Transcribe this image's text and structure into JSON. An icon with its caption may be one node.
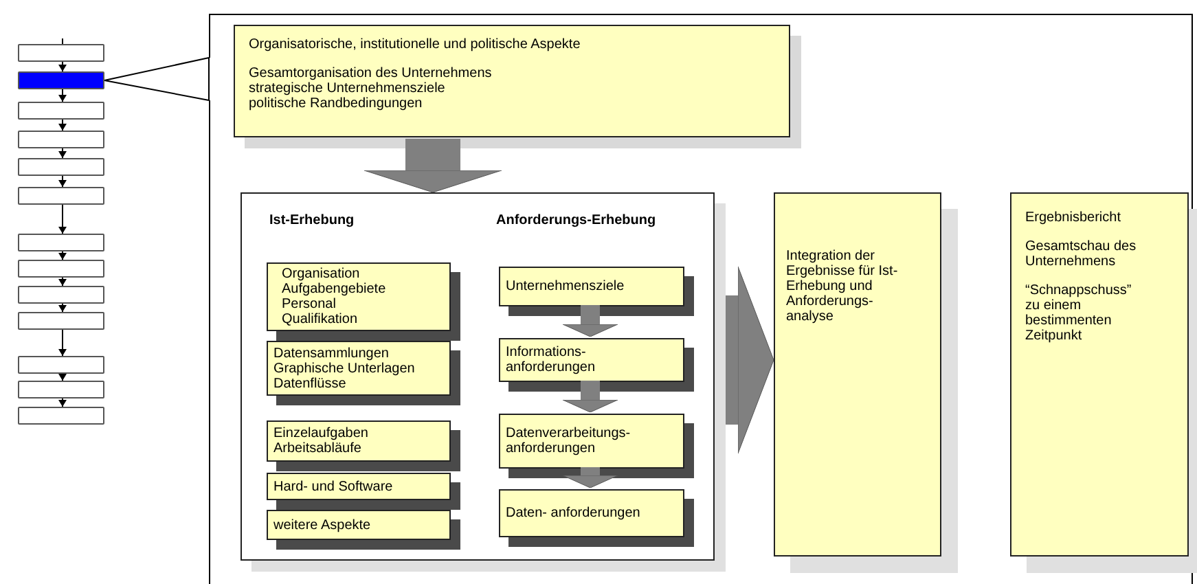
{
  "diagram": {
    "nodes": [
      {
        "text": [],
        "shape": "box"
      },
      {
        "text": [],
        "shape": "box"
      },
      {
        "text": [],
        "shape": "box"
      },
      {
        "text": [],
        "shape": "box"
      },
      {
        "text": [],
        "shape": "box"
      },
      {
        "text": [],
        "shape": "box"
      },
      {
        "text": [],
        "shape": "box"
      },
      {
        "text": [],
        "shape": "box"
      },
      {
        "text": [],
        "shape": "box"
      },
      {
        "text": [],
        "shape": "box"
      },
      {
        "text": [],
        "shape": "box"
      },
      {
        "text": [],
        "shape": "box"
      },
      {
        "text": [],
        "shape": "box"
      },
      {
        "text": [],
        "shape": "box"
      },
      {
        "text": [
          "Organisatorische, institutionelle und politische Aspekte",
          "Gesamtorganisation des Unternehmens",
          "strategische Unternehmensziele",
          "politische Randbedingungen"
        ],
        "in": 13
      },
      {
        "text": [
          "Ist-Erhebung",
          "Anforderungs-Erhebung"
        ],
        "in": 13
      },
      {
        "text": [
          "Organisation",
          "Aufgabengebiete",
          "Personal",
          "Qualifikation"
        ],
        "in": 15
      },
      {
        "text": [
          "Datensammlungen",
          "Graphische Unterlagen",
          "Datenflüsse"
        ],
        "in": 15
      },
      {
        "text": [
          "Einzelaufgaben",
          "Arbeitsabläufe"
        ],
        "in": 15
      },
      {
        "text": [
          "Hard- und Software"
        ],
        "in": 15
      },
      {
        "text": [
          "weitere Aspekte"
        ],
        "in": 15
      },
      {
        "text": [
          "Unternehmensziele"
        ],
        "in": 15
      },
      {
        "text": [
          "Informations- anforderungen"
        ],
        "in": 15
      },
      {
        "text": [
          "Datenverarbeitungs- anforderungen"
        ],
        "in": 15
      },
      {
        "text": [
          "Daten- anforderungen"
        ],
        "in": 15
      },
      {
        "text": [
          "Integration der Ergebnisse für Ist-Erhebung und Anforderungs- analyse"
        ],
        "in": 13
      },
      {
        "text": [
          "Ergebnisbericht",
          "Gesamtschau des Unternehmens",
          "“Schnappschuss” zu einem bestimmenten Zeitpunkt"
        ],
        "in": 13
      }
    ],
    "edges": [
      {
        "from": null,
        "to": 0,
        "arrow": "none"
      },
      {
        "from": 0,
        "to": 1,
        "arrow": "to"
      },
      {
        "from": 1,
        "to": 2,
        "arrow": "to"
      },
      {
        "from": 2,
        "to": 3,
        "arrow": "to"
      },
      {
        "from": 3,
        "to": 4,
        "arrow": "to"
      },
      {
        "from": 4,
        "to": 5,
        "arrow": "to"
      },
      {
        "from": 5,
        "to": 6,
        "arrow": "to"
      },
      {
        "from": 6,
        "to": 7,
        "arrow": "to"
      },
      {
        "from": 7,
        "to": 8,
        "arrow": "to"
      },
      {
        "from": 8,
        "to": 9,
        "arrow": "to"
      },
      {
        "from": 9,
        "to": 10,
        "arrow": "to"
      },
      {
        "from": 10,
        "to": 11,
        "arrow": "to"
      },
      {
        "from": 11,
        "to": 12,
        "arrow": "to"
      },
      {
        "from": 13,
        "to": 1,
        "arrow": "none"
      },
      {
        "from": 14,
        "to": 15,
        "arrow": "to",
        "style": "thick",
        "color": "#808080"
      },
      {
        "from": 21,
        "to": 22,
        "arrow": "to",
        "style": "thick",
        "color": "#808080"
      },
      {
        "from": 22,
        "to": 23,
        "arrow": "to",
        "style": "thick",
        "color": "#808080"
      },
      {
        "from": 23,
        "to": 24,
        "arrow": "to",
        "style": "thick",
        "color": "#808080"
      },
      {
        "from": 15,
        "to": 25,
        "arrow": "to",
        "style": "thick",
        "color": "#808080"
      }
    ]
  }
}
